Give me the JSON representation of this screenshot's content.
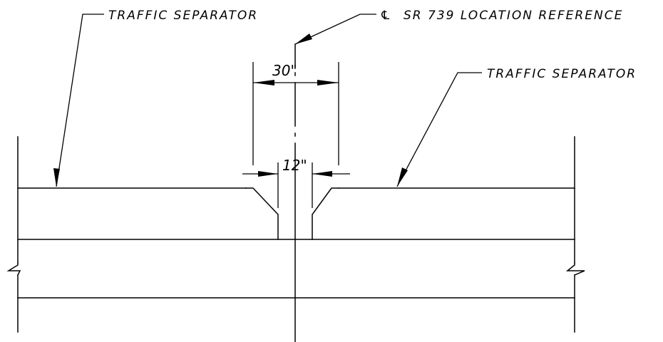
{
  "labels": {
    "left_separator": "TRAFFIC SEPARATOR",
    "right_separator": "TRAFFIC SEPARATOR",
    "centerline_reference": "SR 739 LOCATION REFERENCE",
    "centerline_symbol": "℄"
  },
  "dimensions": {
    "top_width": "30\"",
    "bottom_width": "12\""
  },
  "colors": {
    "line": "#000000",
    "background": "#ffffff"
  }
}
